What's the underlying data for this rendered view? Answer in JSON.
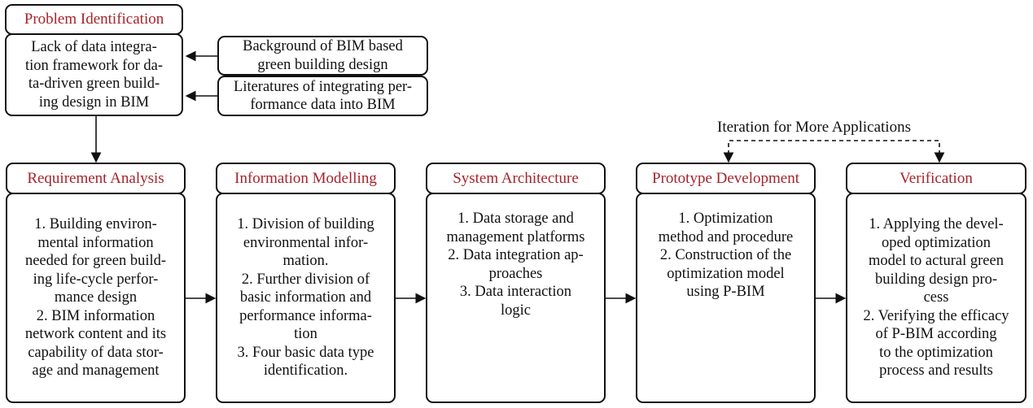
{
  "problem": {
    "title": "Problem Identification",
    "lines": [
      "Lack of data integra-",
      "tion framework for da-",
      "ta-driven green build-",
      "ing design in BIM"
    ]
  },
  "inputs": [
    {
      "lines": [
        "Background of BIM based",
        "green building design"
      ]
    },
    {
      "lines": [
        "Literatures of integrating per-",
        "formance data into BIM"
      ]
    }
  ],
  "iteration_label": "Iteration for More Applications",
  "stages": [
    {
      "title": "Requirement Analysis",
      "lines": [
        "1. Building environ-",
        "mental information",
        "needed for green build-",
        "ing life-cycle perfor-",
        "mance design",
        "2. BIM information",
        "network content and its",
        "capability of data stor-",
        "age and management"
      ]
    },
    {
      "title": "Information Modelling",
      "lines": [
        "1. Division of building",
        "environmental infor-",
        "mation.",
        "2. Further division of",
        "basic information and",
        "performance informa-",
        "tion",
        "3. Four basic data type",
        "identification."
      ]
    },
    {
      "title": "System Architecture",
      "lines": [
        "1. Data storage and",
        "management platforms",
        "2. Data integration ap-",
        "proaches",
        "3. Data interaction",
        "logic"
      ]
    },
    {
      "title": "Prototype Development",
      "lines": [
        "1. Optimization",
        "method and procedure",
        "2. Construction of the",
        "optimization model",
        "using P-BIM"
      ]
    },
    {
      "title": "Verification",
      "lines": [
        "1. Applying the devel-",
        "oped optimization",
        "model to actural green",
        "building design pro-",
        "cess",
        "2. Verifying the efficacy",
        "of P-BIM according",
        "to the optimization",
        "process and results"
      ]
    }
  ]
}
